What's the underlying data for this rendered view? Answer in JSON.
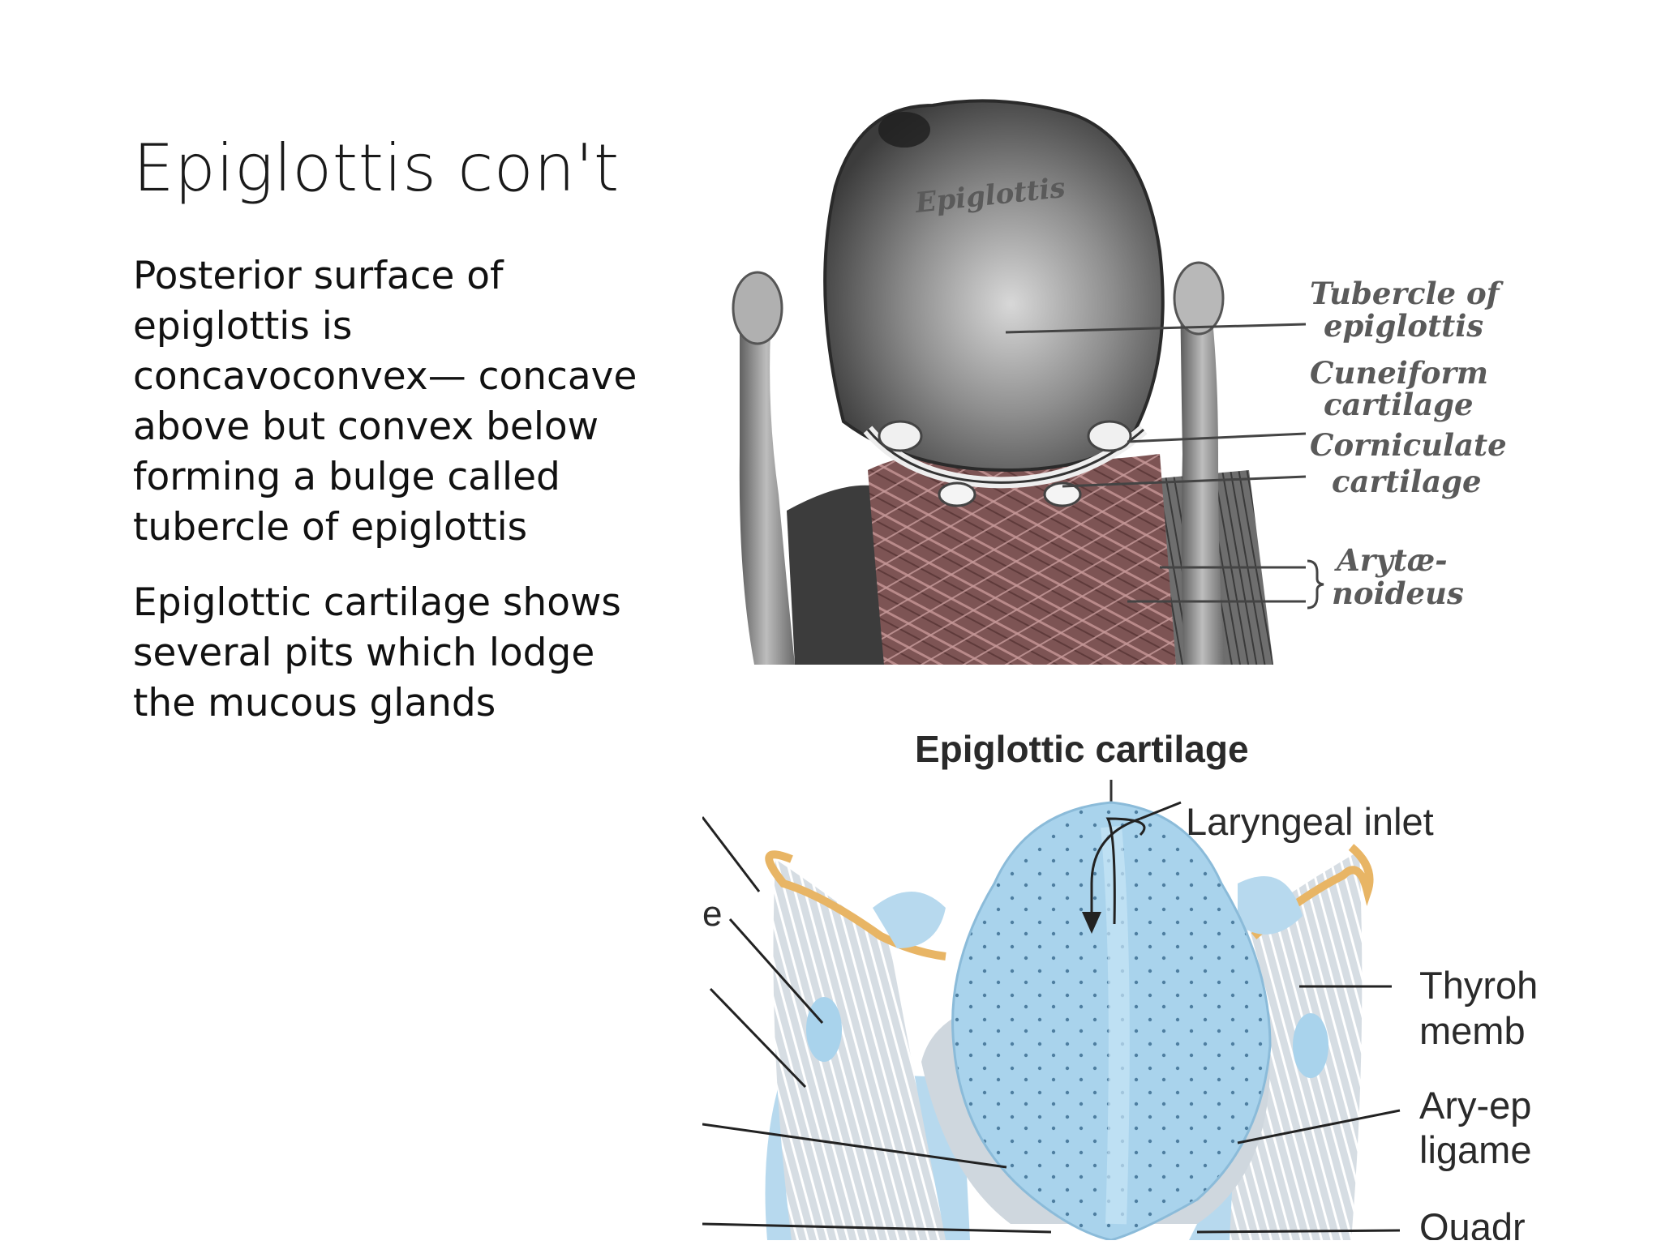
{
  "slide": {
    "title": "Epiglottis con't",
    "paragraph1_lines": [
      "Posterior surface of",
      "epiglottis is",
      "concavoconvex— concave",
      "above but convex below",
      "forming a bulge called",
      "tubercle of epiglottis"
    ],
    "paragraph2_lines": [
      "Epiglottic cartilage shows",
      "several pits which lodge",
      "the mucous glands"
    ]
  },
  "figure_upper": {
    "organ_label": "Epiglottis",
    "labels": {
      "tubercle_1": "Tubercle of",
      "tubercle_2": "epiglottis",
      "cuneiform_1": "Cuneiform",
      "cuneiform_2": "cartilage",
      "corniculate_1": "Corniculate",
      "corniculate_2": "cartilage",
      "arytaenoideus_1": "Arytæ-",
      "arytaenoideus_2": "noideus"
    },
    "colors": {
      "epiglottis": "#8a8a8a",
      "muscle": "#8a5a5a",
      "label_text": "#5a5a5a"
    }
  },
  "figure_lower": {
    "heading": "Epiglottic cartilage",
    "labels": {
      "laryngeal_inlet": "Laryngeal inlet",
      "thyrohyoid_1": "Thyroh",
      "thyrohyoid_2": "memb",
      "aryepiglottic_1": "Ary-ep",
      "aryepiglottic_2": "ligame",
      "quadrangular": "Quadr",
      "left_clip": "e"
    },
    "colors": {
      "cartilage": "#a9d3ec",
      "membrane": "#d4dde4",
      "rim": "#e8b565"
    }
  }
}
